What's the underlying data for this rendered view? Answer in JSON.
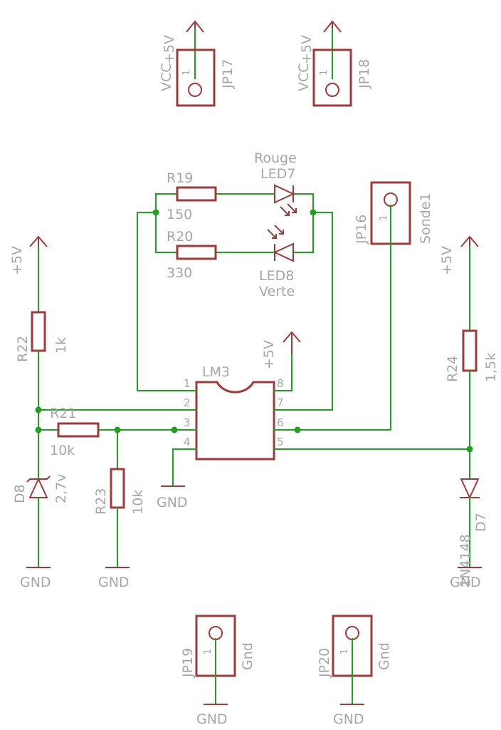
{
  "labels": {
    "vcc": "VCC",
    "plus5v": "+5V",
    "gnd": "GND",
    "pin_one": "1",
    "jp17": "JP17",
    "jp18": "JP18",
    "jp16": "JP16",
    "jp19": "JP19",
    "jp20": "JP20",
    "sonde1": "Sonde1",
    "gnd_pin": "Gnd",
    "r19": "R19",
    "r19_val": "150",
    "r20": "R20",
    "r20_val": "330",
    "rouge": "Rouge",
    "led7": "LED7",
    "led8": "LED8",
    "verte": "Verte",
    "lm3": "LM3",
    "r22": "R22",
    "r22_val": "1k",
    "r21": "R21",
    "r21_val": "10k",
    "r23": "R23",
    "r23_val": "10k",
    "r24": "R24",
    "r24_val": "1,5k",
    "d8": "D8",
    "d8_val": "2,7v",
    "d7": "D7",
    "d7_val": "1N4148",
    "ic_pins": [
      "1",
      "2",
      "3",
      "4",
      "5",
      "6",
      "7",
      "8"
    ]
  }
}
